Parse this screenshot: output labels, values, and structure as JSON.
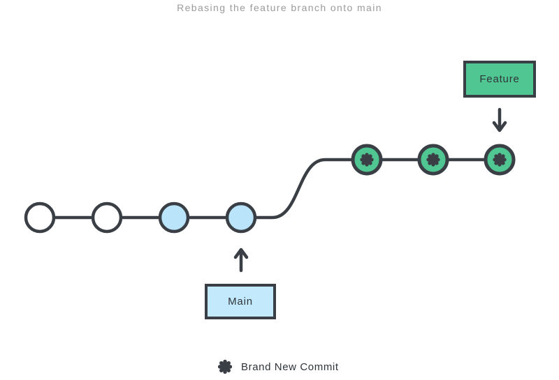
{
  "title": "Rebasing the feature branch onto main",
  "theme": {
    "bg": "#ffffff",
    "green": "#50c792",
    "blue_circle": "#b9e4fa",
    "blue_box": "#c3e9fc",
    "stroke": "#3a3f45",
    "title_gray": "#9b9b9b",
    "text_dark": "#2f3439"
  },
  "graph": {
    "main_branch": {
      "label": "Main",
      "pointer": "arrow-up-icon",
      "nodes": [
        {
          "type": "commit",
          "fill": "white"
        },
        {
          "type": "commit",
          "fill": "white"
        },
        {
          "type": "commit",
          "fill": "blue"
        },
        {
          "type": "commit",
          "fill": "blue"
        }
      ]
    },
    "feature_branch": {
      "label": "Feature",
      "pointer": "arrow-down-icon",
      "nodes": [
        {
          "type": "new-commit",
          "fill": "green",
          "icon": "asterisk-icon"
        },
        {
          "type": "new-commit",
          "fill": "green",
          "icon": "asterisk-icon"
        },
        {
          "type": "new-commit",
          "fill": "green",
          "icon": "asterisk-icon"
        }
      ]
    }
  },
  "legend": {
    "icon": "asterisk-icon",
    "label": "Brand New Commit"
  }
}
